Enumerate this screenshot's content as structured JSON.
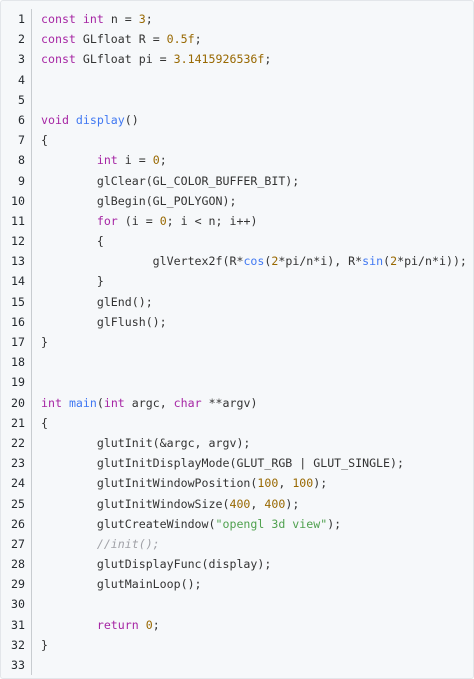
{
  "code_view": {
    "colors": {
      "background": "#f6f8fa",
      "keyword": "#a626a4",
      "function": "#4078f2",
      "number": "#986801",
      "string": "#50a14f",
      "comment": "#a0a1a7",
      "text": "#333333",
      "line_number": "#24292e"
    },
    "lines": [
      [
        [
          "kw",
          "const"
        ],
        [
          "t",
          " "
        ],
        [
          "kw",
          "int"
        ],
        [
          "t",
          " n "
        ],
        [
          "op",
          "="
        ],
        [
          "t",
          " "
        ],
        [
          "num",
          "3"
        ],
        [
          "t",
          ";"
        ]
      ],
      [
        [
          "kw",
          "const"
        ],
        [
          "t",
          " GLfloat R "
        ],
        [
          "op",
          "="
        ],
        [
          "t",
          " "
        ],
        [
          "num",
          "0.5f"
        ],
        [
          "t",
          ";"
        ]
      ],
      [
        [
          "kw",
          "const"
        ],
        [
          "t",
          " GLfloat pi "
        ],
        [
          "op",
          "="
        ],
        [
          "t",
          " "
        ],
        [
          "num",
          "3.1415926536f"
        ],
        [
          "t",
          ";"
        ]
      ],
      [],
      [],
      [
        [
          "kw",
          "void"
        ],
        [
          "t",
          " "
        ],
        [
          "fn",
          "display"
        ],
        [
          "t",
          "()"
        ]
      ],
      [
        [
          "t",
          "{"
        ]
      ],
      [
        [
          "t",
          "        "
        ],
        [
          "kw",
          "int"
        ],
        [
          "t",
          " i "
        ],
        [
          "op",
          "="
        ],
        [
          "t",
          " "
        ],
        [
          "num",
          "0"
        ],
        [
          "t",
          ";"
        ]
      ],
      [
        [
          "t",
          "        glClear(GL_COLOR_BUFFER_BIT);"
        ]
      ],
      [
        [
          "t",
          "        glBegin(GL_POLYGON);"
        ]
      ],
      [
        [
          "t",
          "        "
        ],
        [
          "kw",
          "for"
        ],
        [
          "t",
          " (i "
        ],
        [
          "op",
          "="
        ],
        [
          "t",
          " "
        ],
        [
          "num",
          "0"
        ],
        [
          "t",
          "; i "
        ],
        [
          "op",
          "<"
        ],
        [
          "t",
          " n; i"
        ],
        [
          "op",
          "++"
        ],
        [
          "t",
          ")"
        ]
      ],
      [
        [
          "t",
          "        {"
        ]
      ],
      [
        [
          "t",
          "                glVertex2f(R"
        ],
        [
          "op",
          "*"
        ],
        [
          "fn",
          "cos"
        ],
        [
          "t",
          "("
        ],
        [
          "num",
          "2"
        ],
        [
          "op",
          "*"
        ],
        [
          "t",
          "pi"
        ],
        [
          "op",
          "/"
        ],
        [
          "t",
          "n"
        ],
        [
          "op",
          "*"
        ],
        [
          "t",
          "i), R"
        ],
        [
          "op",
          "*"
        ],
        [
          "fn",
          "sin"
        ],
        [
          "t",
          "("
        ],
        [
          "num",
          "2"
        ],
        [
          "op",
          "*"
        ],
        [
          "t",
          "pi"
        ],
        [
          "op",
          "/"
        ],
        [
          "t",
          "n"
        ],
        [
          "op",
          "*"
        ],
        [
          "t",
          "i));"
        ]
      ],
      [
        [
          "t",
          "        }"
        ]
      ],
      [
        [
          "t",
          "        glEnd();"
        ]
      ],
      [
        [
          "t",
          "        glFlush();"
        ]
      ],
      [
        [
          "t",
          "}"
        ]
      ],
      [],
      [],
      [
        [
          "kw",
          "int"
        ],
        [
          "t",
          " "
        ],
        [
          "fn",
          "main"
        ],
        [
          "t",
          "("
        ],
        [
          "kw",
          "int"
        ],
        [
          "t",
          " argc, "
        ],
        [
          "kw",
          "char"
        ],
        [
          "t",
          " "
        ],
        [
          "op",
          "**"
        ],
        [
          "t",
          "argv)"
        ]
      ],
      [
        [
          "t",
          "{"
        ]
      ],
      [
        [
          "t",
          "        glutInit(&argc, argv);"
        ]
      ],
      [
        [
          "t",
          "        glutInitDisplayMode(GLUT_RGB "
        ],
        [
          "op",
          "|"
        ],
        [
          "t",
          " GLUT_SINGLE);"
        ]
      ],
      [
        [
          "t",
          "        glutInitWindowPosition("
        ],
        [
          "num",
          "100"
        ],
        [
          "t",
          ", "
        ],
        [
          "num",
          "100"
        ],
        [
          "t",
          ");"
        ]
      ],
      [
        [
          "t",
          "        glutInitWindowSize("
        ],
        [
          "num",
          "400"
        ],
        [
          "t",
          ", "
        ],
        [
          "num",
          "400"
        ],
        [
          "t",
          ");"
        ]
      ],
      [
        [
          "t",
          "        glutCreateWindow("
        ],
        [
          "str",
          "\"opengl 3d view\""
        ],
        [
          "t",
          ");"
        ]
      ],
      [
        [
          "t",
          "        "
        ],
        [
          "com",
          "//init();"
        ]
      ],
      [
        [
          "t",
          "        glutDisplayFunc(display);"
        ]
      ],
      [
        [
          "t",
          "        glutMainLoop();"
        ]
      ],
      [],
      [
        [
          "t",
          "        "
        ],
        [
          "kw",
          "return"
        ],
        [
          "t",
          " "
        ],
        [
          "num",
          "0"
        ],
        [
          "t",
          ";"
        ]
      ],
      [
        [
          "t",
          "}"
        ]
      ],
      []
    ]
  }
}
